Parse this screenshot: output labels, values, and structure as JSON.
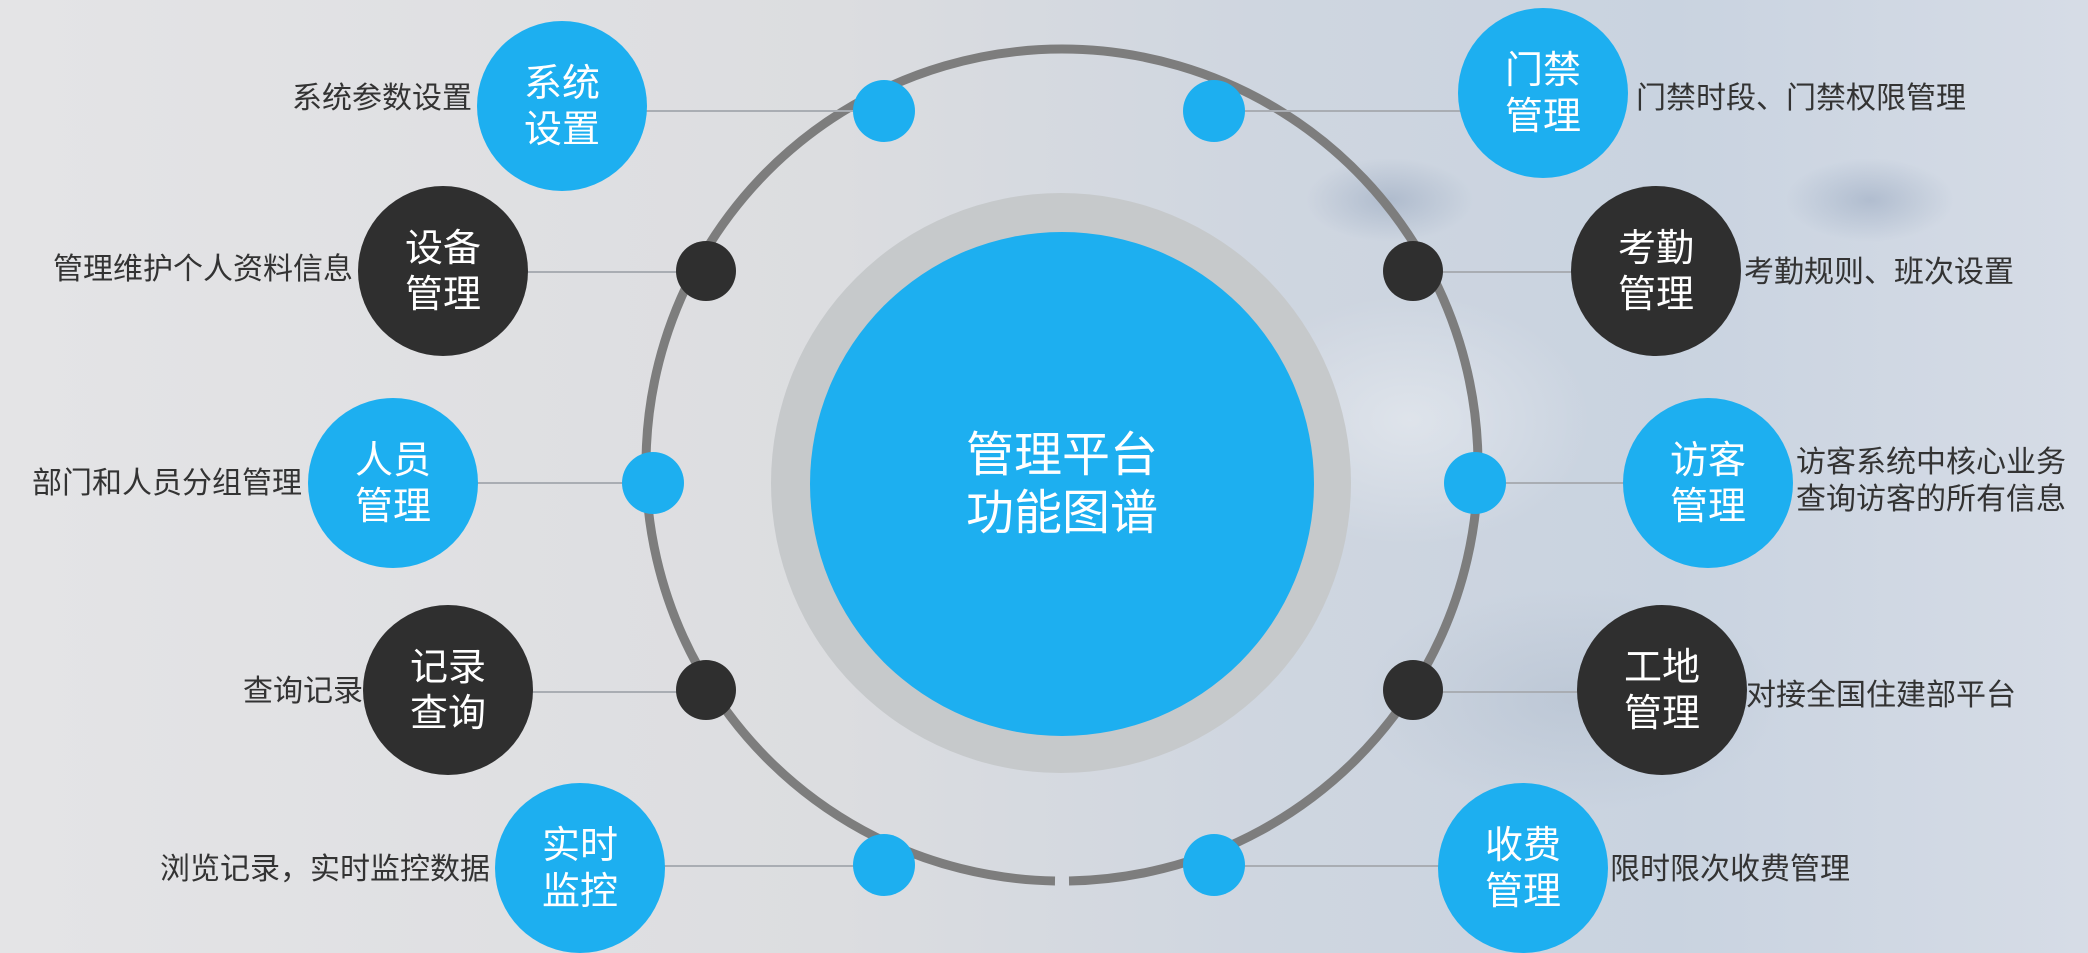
{
  "center": {
    "line1": "管理平台",
    "line2": "功能图谱"
  },
  "modules": {
    "system": {
      "line1": "系统",
      "line2": "设置",
      "desc": "系统参数设置"
    },
    "device": {
      "line1": "设备",
      "line2": "管理",
      "desc": "管理维护个人资料信息"
    },
    "personnel": {
      "line1": "人员",
      "line2": "管理",
      "desc": "部门和人员分组管理"
    },
    "records": {
      "line1": "记录",
      "line2": "查询",
      "desc": "查询记录"
    },
    "monitor": {
      "line1": "实时",
      "line2": "监控",
      "desc": "浏览记录，实时监控数据"
    },
    "access": {
      "line1": "门禁",
      "line2": "管理",
      "desc": "门禁时段、门禁权限管理"
    },
    "attendance": {
      "line1": "考勤",
      "line2": "管理",
      "desc": "考勤规则、班次设置"
    },
    "visitor": {
      "line1": "访客",
      "line2": "管理",
      "desc1": "访客系统中核心业务",
      "desc2": "查询访客的所有信息"
    },
    "site": {
      "line1": "工地",
      "line2": "管理",
      "desc": "对接全国住建部平台"
    },
    "fee": {
      "line1": "收费",
      "line2": "管理",
      "desc": "限时限次收费管理"
    }
  },
  "colors": {
    "accent": "#1daff0",
    "dark": "#2f2f2f",
    "ring": "#7d7d7d",
    "connector": "#a9adb3"
  }
}
